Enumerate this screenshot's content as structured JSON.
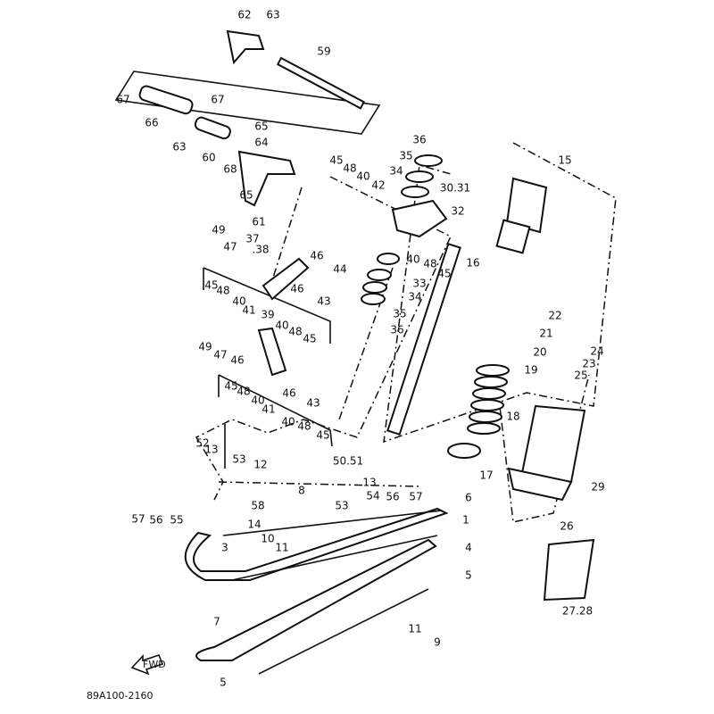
{
  "diagram": {
    "part_number": "89A100-2160",
    "fwd_label": "FWD",
    "callouts": [
      "62",
      "63",
      "59",
      "67",
      "66",
      "67",
      "65",
      "64",
      "63",
      "60",
      "68",
      "65",
      "61",
      "45",
      "48",
      "40",
      "42",
      "36",
      "35",
      "34",
      "30.31",
      "32",
      "40",
      "48",
      "45",
      "16",
      "15",
      "33",
      "34",
      "35",
      "36",
      "46",
      "44",
      "46",
      "43",
      "49",
      "47",
      "37",
      ".38",
      "45",
      "48",
      "40",
      "41",
      "39",
      "40",
      "48",
      "45",
      "49",
      "47",
      "46",
      "46",
      "43",
      "45",
      "48",
      "40",
      "41",
      "40",
      "48",
      "45",
      "52",
      "13",
      "53",
      "12",
      "50.51",
      "8",
      "58",
      "53",
      "13",
      "54",
      "56",
      "57",
      "6",
      "57",
      "56",
      "55",
      "14",
      "10",
      "11",
      "1",
      "4",
      "3",
      "5",
      "7",
      "11",
      "9",
      "5",
      "22",
      "21",
      "20",
      "19",
      "18",
      "17",
      "24",
      "23",
      "25",
      "29",
      "26",
      "27.28"
    ]
  }
}
